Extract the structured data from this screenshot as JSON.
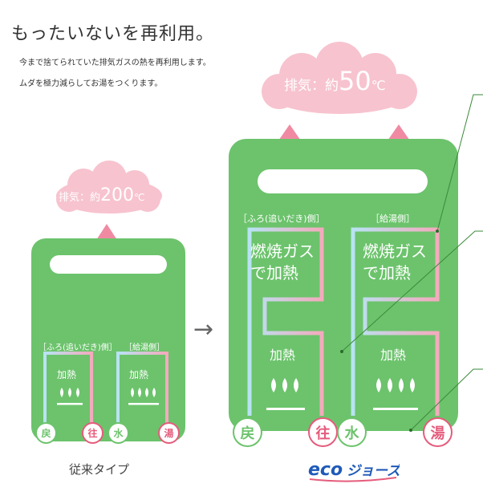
{
  "heading": "もったいないを再利用。",
  "lead": {
    "line1": "今まで捨てられていた排気ガスの熱を再利用します。",
    "line2": "ムダを極力減らしてお湯をつくります。"
  },
  "left_unit": {
    "exhaust_label": "排気：約",
    "exhaust_value": "200",
    "exhaust_unit": "℃",
    "bath_side_label": "［ふろ(追いだき)側］",
    "supply_side_label": "［給湯側］",
    "bath_heat": "加熱",
    "supply_heat": "加熱",
    "badges": {
      "return": "戻",
      "outgoing": "往",
      "water": "水",
      "hot": "湯"
    },
    "caption": "従来タイプ"
  },
  "right_unit": {
    "exhaust_label": "排気：約",
    "exhaust_value": "50",
    "exhaust_unit": "℃",
    "bath_side_label": "［ふろ(追いだき)側］",
    "supply_side_label": "［給湯側］",
    "bath_gas_heat_1": "燃焼ガス",
    "bath_gas_heat_2": "で加熱",
    "supply_gas_heat_1": "燃焼ガス",
    "supply_gas_heat_2": "で加熱",
    "bath_heat": "加熱",
    "supply_heat": "加熱",
    "badges": {
      "return": "戻",
      "outgoing": "往",
      "water": "水",
      "hot": "湯"
    },
    "logo_text": "ecoジョーズ"
  },
  "colors": {
    "panel_green": "#6cc36c",
    "cloud_pink": "#f7c3cf",
    "cloud_pink_light": "#fad7df",
    "hot_pink": "#e55c7c",
    "arrow_pink": "#f08aa2",
    "logo_blue": "#1f5ab8"
  },
  "icons": {
    "transition_arrow": "right-arrow-icon",
    "flame": "flame-icon"
  }
}
